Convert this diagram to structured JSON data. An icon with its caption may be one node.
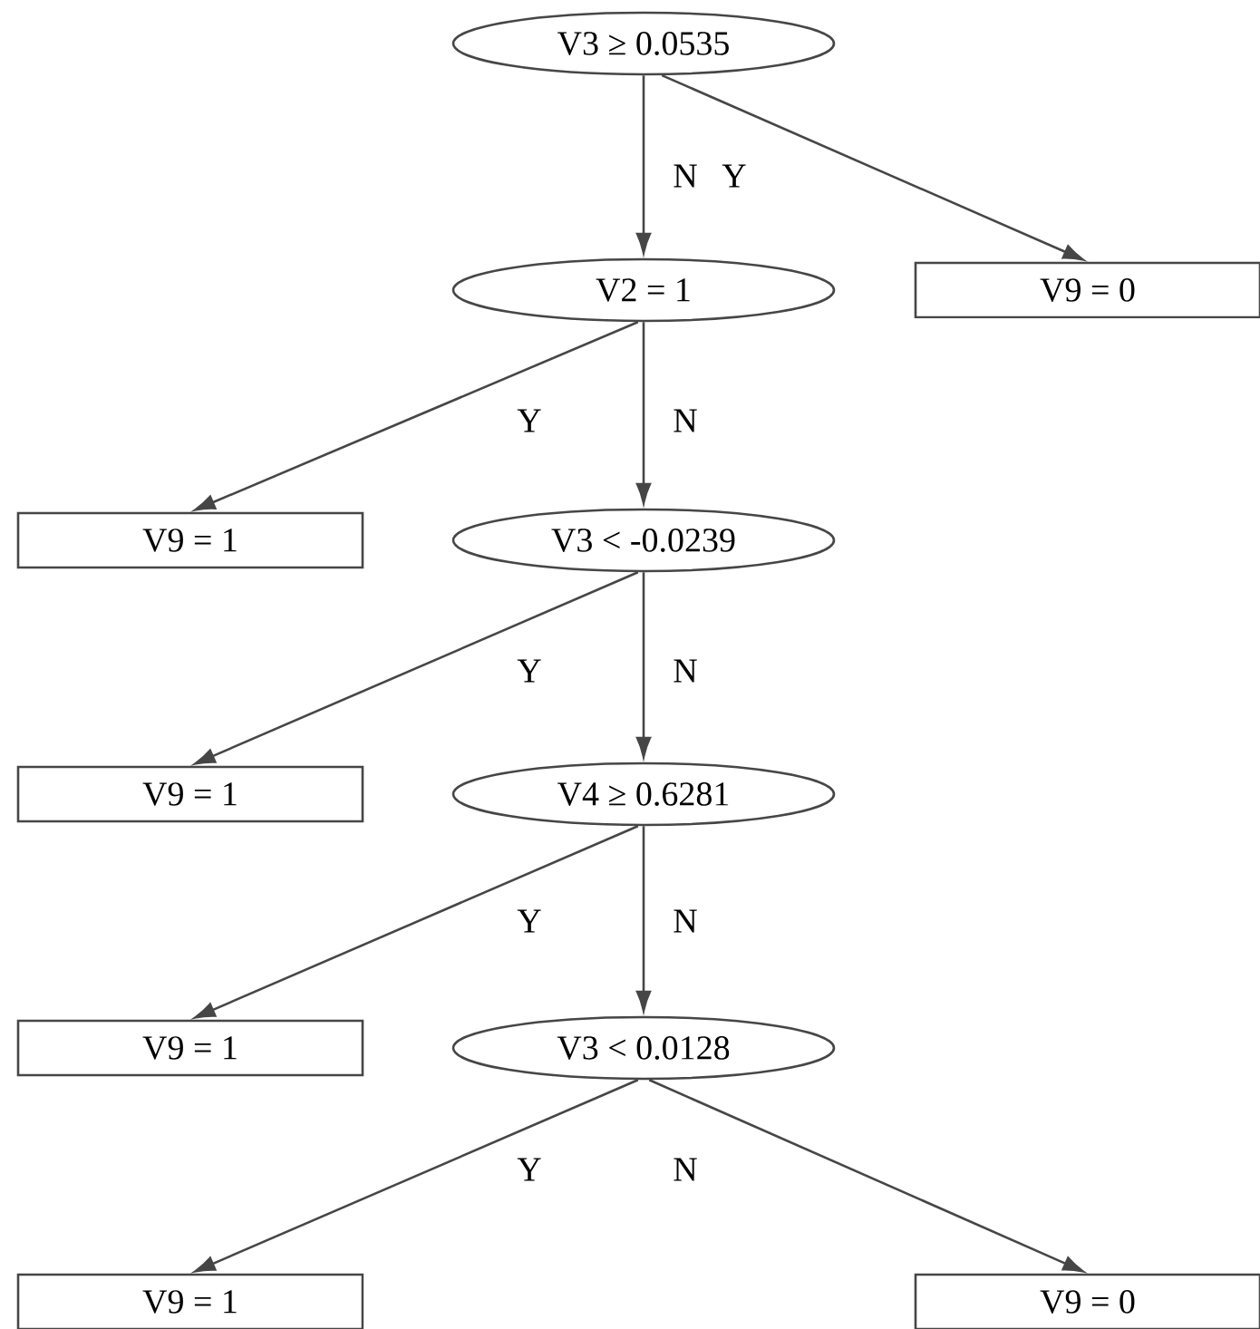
{
  "diagram": {
    "nodes": [
      {
        "text": [
          "V3 ≥ 0.0535"
        ]
      },
      {
        "text": [
          "V2 = 1"
        ]
      },
      {
        "text": [
          "V9 = 0"
        ]
      },
      {
        "text": [
          "V9 = 1"
        ]
      },
      {
        "text": [
          "V3 < -0.0239"
        ]
      },
      {
        "text": [
          "V9 = 1"
        ]
      },
      {
        "text": [
          "V4 ≥ 0.6281"
        ]
      },
      {
        "text": [
          "V9 = 1"
        ]
      },
      {
        "text": [
          "V3 < 0.0128"
        ]
      },
      {
        "text": [
          "V9 = 1"
        ]
      },
      {
        "text": [
          "V9 = 0"
        ]
      }
    ],
    "edges": [
      {
        "from": 0,
        "to": 1,
        "arrow": "to",
        "label": "N"
      },
      {
        "from": 0,
        "to": 2,
        "arrow": "to",
        "label": "Y"
      },
      {
        "from": 1,
        "to": 3,
        "arrow": "to",
        "label": "Y"
      },
      {
        "from": 1,
        "to": 4,
        "arrow": "to",
        "label": "N"
      },
      {
        "from": 4,
        "to": 5,
        "arrow": "to",
        "label": "Y"
      },
      {
        "from": 4,
        "to": 6,
        "arrow": "to",
        "label": "N"
      },
      {
        "from": 6,
        "to": 7,
        "arrow": "to",
        "label": "Y"
      },
      {
        "from": 6,
        "to": 8,
        "arrow": "to",
        "label": "N"
      },
      {
        "from": 8,
        "to": 9,
        "arrow": "to",
        "label": "Y"
      },
      {
        "from": 8,
        "to": 10,
        "arrow": "to",
        "label": "N"
      }
    ]
  }
}
